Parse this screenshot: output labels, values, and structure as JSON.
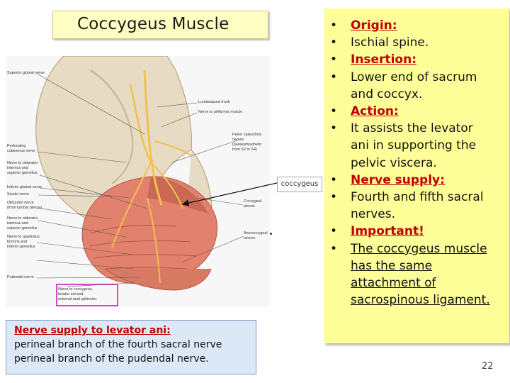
{
  "title": "Coccygeus Muscle",
  "figure": {
    "callout": "coccygeus",
    "labels": {
      "superior_gluteal_nerve": "Superior gluteal nerve",
      "lumbosacral_trunk": "Lumbosacral trunk",
      "nerve_to_piriformis": "Nerve to piriformis muscle",
      "pelvic_splanchnic_1": "Pelvic splanchnic",
      "pelvic_splanchnic_2": "nerves",
      "pelvic_splanchnic_3": "(parasympathetic",
      "pelvic_splanchnic_4": "from S2 to S4)",
      "perforating_1": "Perforating",
      "perforating_2": "cutaneous nerve",
      "nerve_obturator_1": "Nerve to obturator",
      "nerve_obturator_2": "internus and",
      "nerve_obturator_3": "superior gemellus",
      "inferior_gluteal": "Inferior gluteal nerve",
      "sciatic": "Sciatic nerve",
      "obturator_1": "Obturator nerve",
      "obturator_2": "(from lumbar plexus)",
      "coccygeal_1": "Coccygeal",
      "coccygeal_2": "plexus",
      "nerve_oi_1": "Nerve to obturator",
      "nerve_oi_2": "internus and",
      "nerve_oi_3": "superior gemellus",
      "nerve_qf_1": "Nerve to quadratus",
      "nerve_qf_2": "femoris and",
      "nerve_qf_3": "inferior gemellus",
      "anococcygeal_1": "Anococcygeal",
      "anococcygeal_2": "nerves",
      "pudendal": "Pudendal nerve",
      "nerve_cocc_1": "Nerve to coccygeus,",
      "nerve_cocc_2": "levator ani and",
      "nerve_cocc_3": "external anal sphincter"
    }
  },
  "bullets": [
    {
      "text": "Origin:",
      "style": "head"
    },
    {
      "text": "Ischial spine.",
      "style": "plain"
    },
    {
      "text": "Insertion:",
      "style": "head"
    },
    {
      "text": "Lower end of sacrum and coccyx.",
      "style": "plain"
    },
    {
      "text": "Action:",
      "style": "head"
    },
    {
      "text": "It assists the levator ani in supporting the pelvic viscera.",
      "style": "plain"
    },
    {
      "text": "Nerve supply:",
      "style": "head"
    },
    {
      "text": "Fourth and fifth sacral nerves.",
      "style": "plain"
    },
    {
      "text": "Important!",
      "style": "head"
    },
    {
      "text": "The coccygeus muscle has the same attachment of sacrospinous ligament.",
      "style": "underline"
    }
  ],
  "nerve_box": {
    "heading": "Nerve supply to levator ani:",
    "line1": "perineal branch of the fourth sacral nerve",
    "line2": "perineal branch of the pudendal nerve."
  },
  "page_number": "22",
  "colors": {
    "heading_red": "#c00000",
    "panel_yellow": "#ffff99",
    "title_box": "#ffffc4",
    "note_box": "#dde8f6",
    "muscle": "#e2826e",
    "nerve": "#f2c14e"
  }
}
